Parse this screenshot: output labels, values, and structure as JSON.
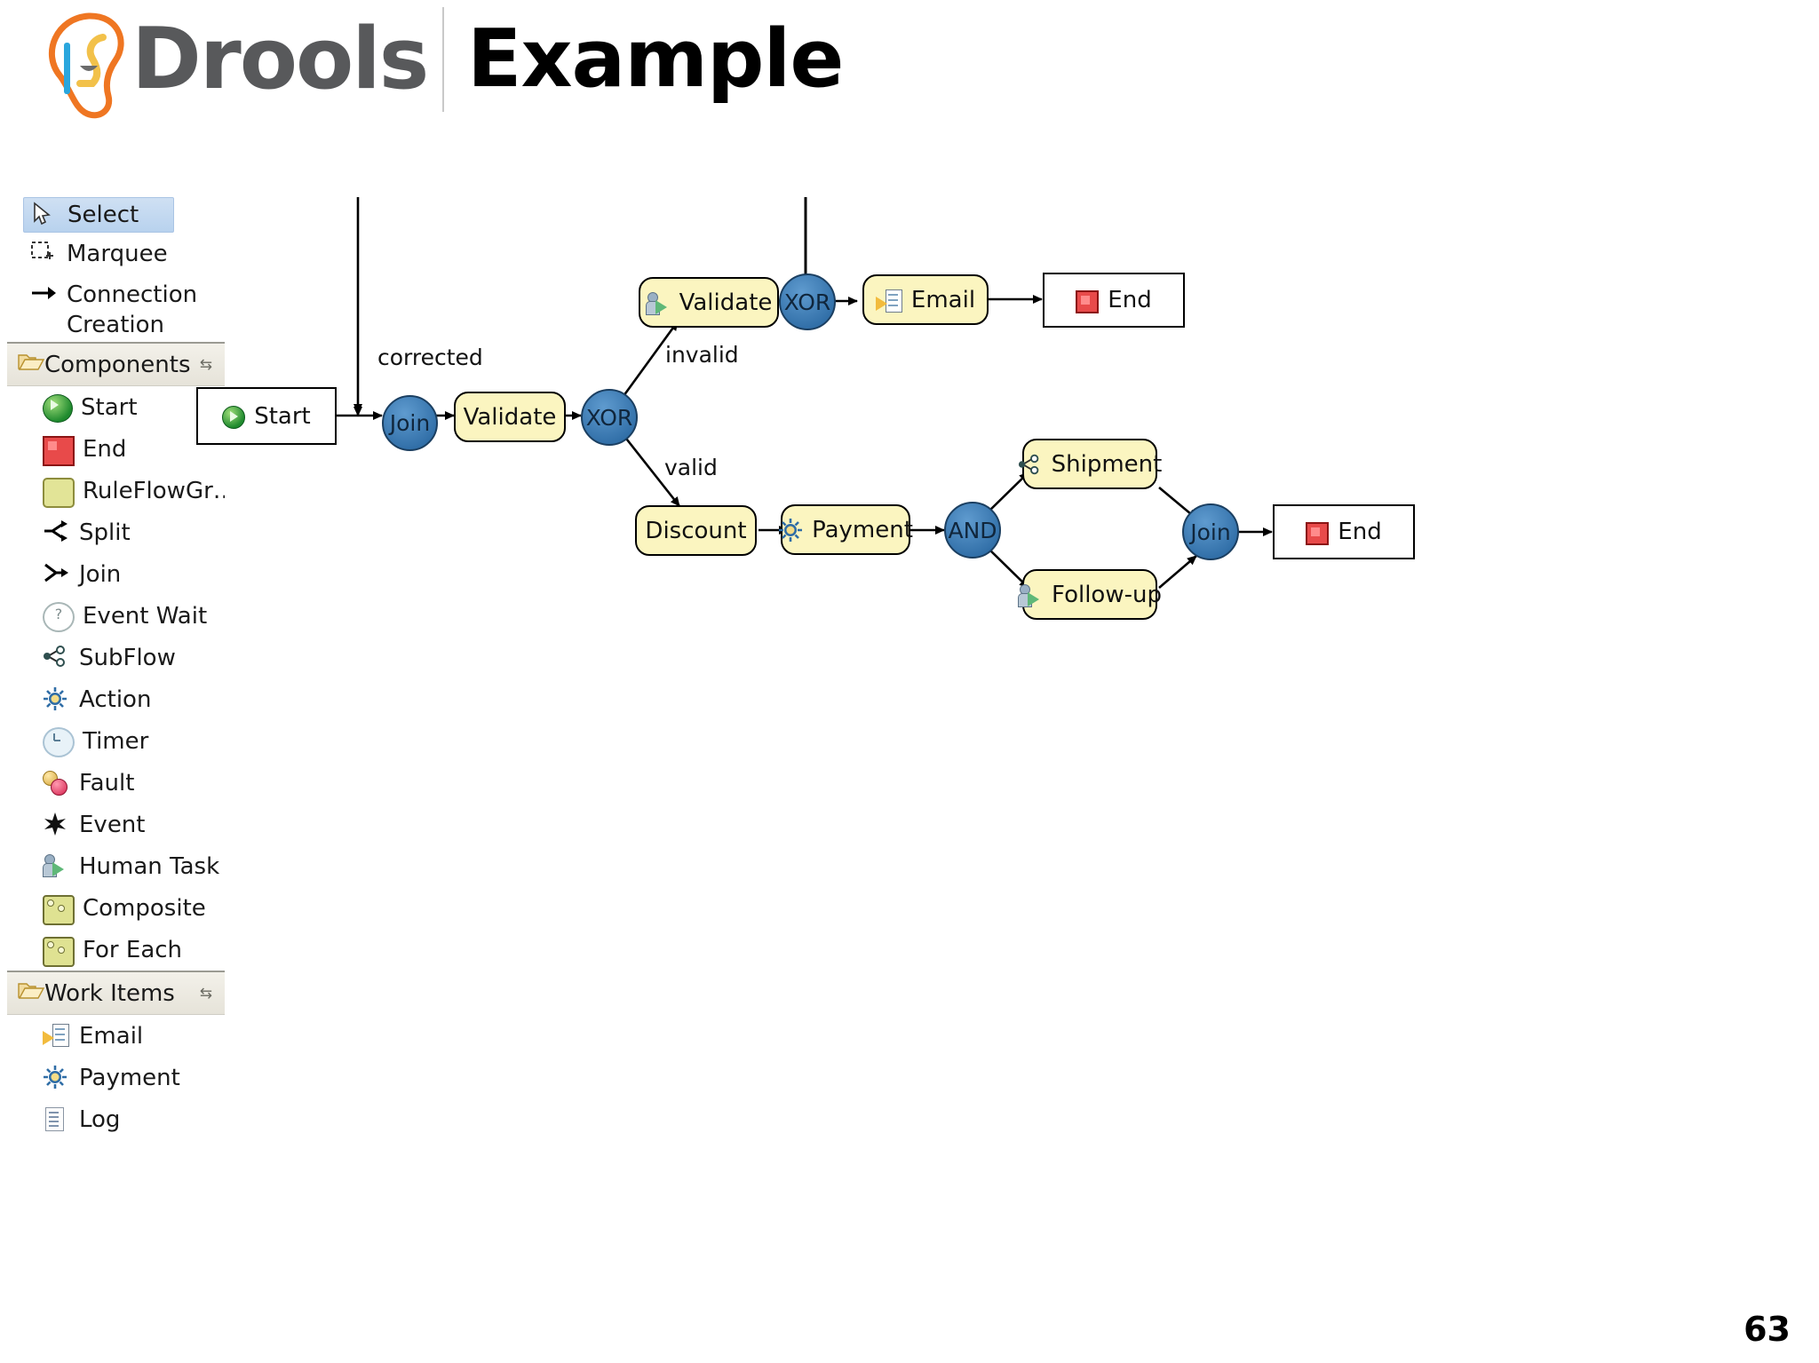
{
  "header": {
    "logo_text": "Drools",
    "title": "Example",
    "logo_icon": "drools-face-logo"
  },
  "palette": {
    "tools": [
      {
        "label": "Select",
        "icon": "cursor-icon",
        "selected": true
      },
      {
        "label": "Marquee",
        "icon": "marquee-icon",
        "selected": false
      },
      {
        "label": "Connection Creation",
        "icon": "arrow-right-icon",
        "selected": false
      }
    ],
    "sections": [
      {
        "title": "Components",
        "icon": "folder-icon",
        "collapse_icon": "chevrons-icon",
        "items": [
          {
            "label": "Start",
            "icon": "start-icon"
          },
          {
            "label": "End",
            "icon": "end-icon"
          },
          {
            "label": "RuleFlowGr…",
            "icon": "ruleflowgroup-icon"
          },
          {
            "label": "Split",
            "icon": "split-icon"
          },
          {
            "label": "Join",
            "icon": "join-icon"
          },
          {
            "label": "Event Wait",
            "icon": "event-wait-icon"
          },
          {
            "label": "SubFlow",
            "icon": "subflow-icon"
          },
          {
            "label": "Action",
            "icon": "action-gear-icon"
          },
          {
            "label": "Timer",
            "icon": "timer-icon"
          },
          {
            "label": "Fault",
            "icon": "fault-icon"
          },
          {
            "label": "Event",
            "icon": "event-star-icon"
          },
          {
            "label": "Human Task",
            "icon": "human-task-icon"
          },
          {
            "label": "Composite",
            "icon": "composite-icon"
          },
          {
            "label": "For Each",
            "icon": "for-each-icon"
          }
        ]
      },
      {
        "title": "Work Items",
        "icon": "folder-icon",
        "collapse_icon": "chevrons-icon",
        "items": [
          {
            "label": "Email",
            "icon": "email-icon"
          },
          {
            "label": "Payment",
            "icon": "payment-gear-icon"
          },
          {
            "label": "Log",
            "icon": "log-icon"
          }
        ]
      }
    ]
  },
  "diagram": {
    "nodes": [
      {
        "id": "start",
        "label": "Start",
        "type": "terminal",
        "icon": "start-icon"
      },
      {
        "id": "join1",
        "label": "Join",
        "type": "gateway",
        "icon": ""
      },
      {
        "id": "validate1",
        "label": "Validate",
        "type": "task",
        "icon": ""
      },
      {
        "id": "xor1",
        "label": "XOR",
        "type": "gateway",
        "icon": ""
      },
      {
        "id": "validate2",
        "label": "Validate",
        "type": "task",
        "icon": "human-task-icon"
      },
      {
        "id": "xor2",
        "label": "XOR",
        "type": "gateway",
        "icon": ""
      },
      {
        "id": "email",
        "label": "Email",
        "type": "task",
        "icon": "email-icon"
      },
      {
        "id": "end1",
        "label": "End",
        "type": "terminal",
        "icon": "end-icon"
      },
      {
        "id": "discount",
        "label": "Discount",
        "type": "task",
        "icon": ""
      },
      {
        "id": "payment",
        "label": "Payment",
        "type": "task",
        "icon": "payment-gear-icon"
      },
      {
        "id": "and",
        "label": "AND",
        "type": "gateway",
        "icon": ""
      },
      {
        "id": "shipment",
        "label": "Shipment",
        "type": "task",
        "icon": "subflow-icon"
      },
      {
        "id": "followup",
        "label": "Follow-up",
        "type": "task",
        "icon": "human-task-icon"
      },
      {
        "id": "join2",
        "label": "Join",
        "type": "gateway",
        "icon": ""
      },
      {
        "id": "end2",
        "label": "End",
        "type": "terminal",
        "icon": "end-icon"
      }
    ],
    "edge_labels": [
      {
        "id": "corrected",
        "text": "corrected"
      },
      {
        "id": "invalid",
        "text": "invalid"
      },
      {
        "id": "valid",
        "text": "valid"
      }
    ]
  },
  "footer": {
    "page_number": "63"
  },
  "colors": {
    "task_fill": "#fbf5c0",
    "gateway_fill": "#3b7cb3",
    "selected_item": "#c3daf2",
    "section_header": "#ece9df",
    "logo_gray": "#58595b",
    "logo_orange": "#ef7622"
  }
}
